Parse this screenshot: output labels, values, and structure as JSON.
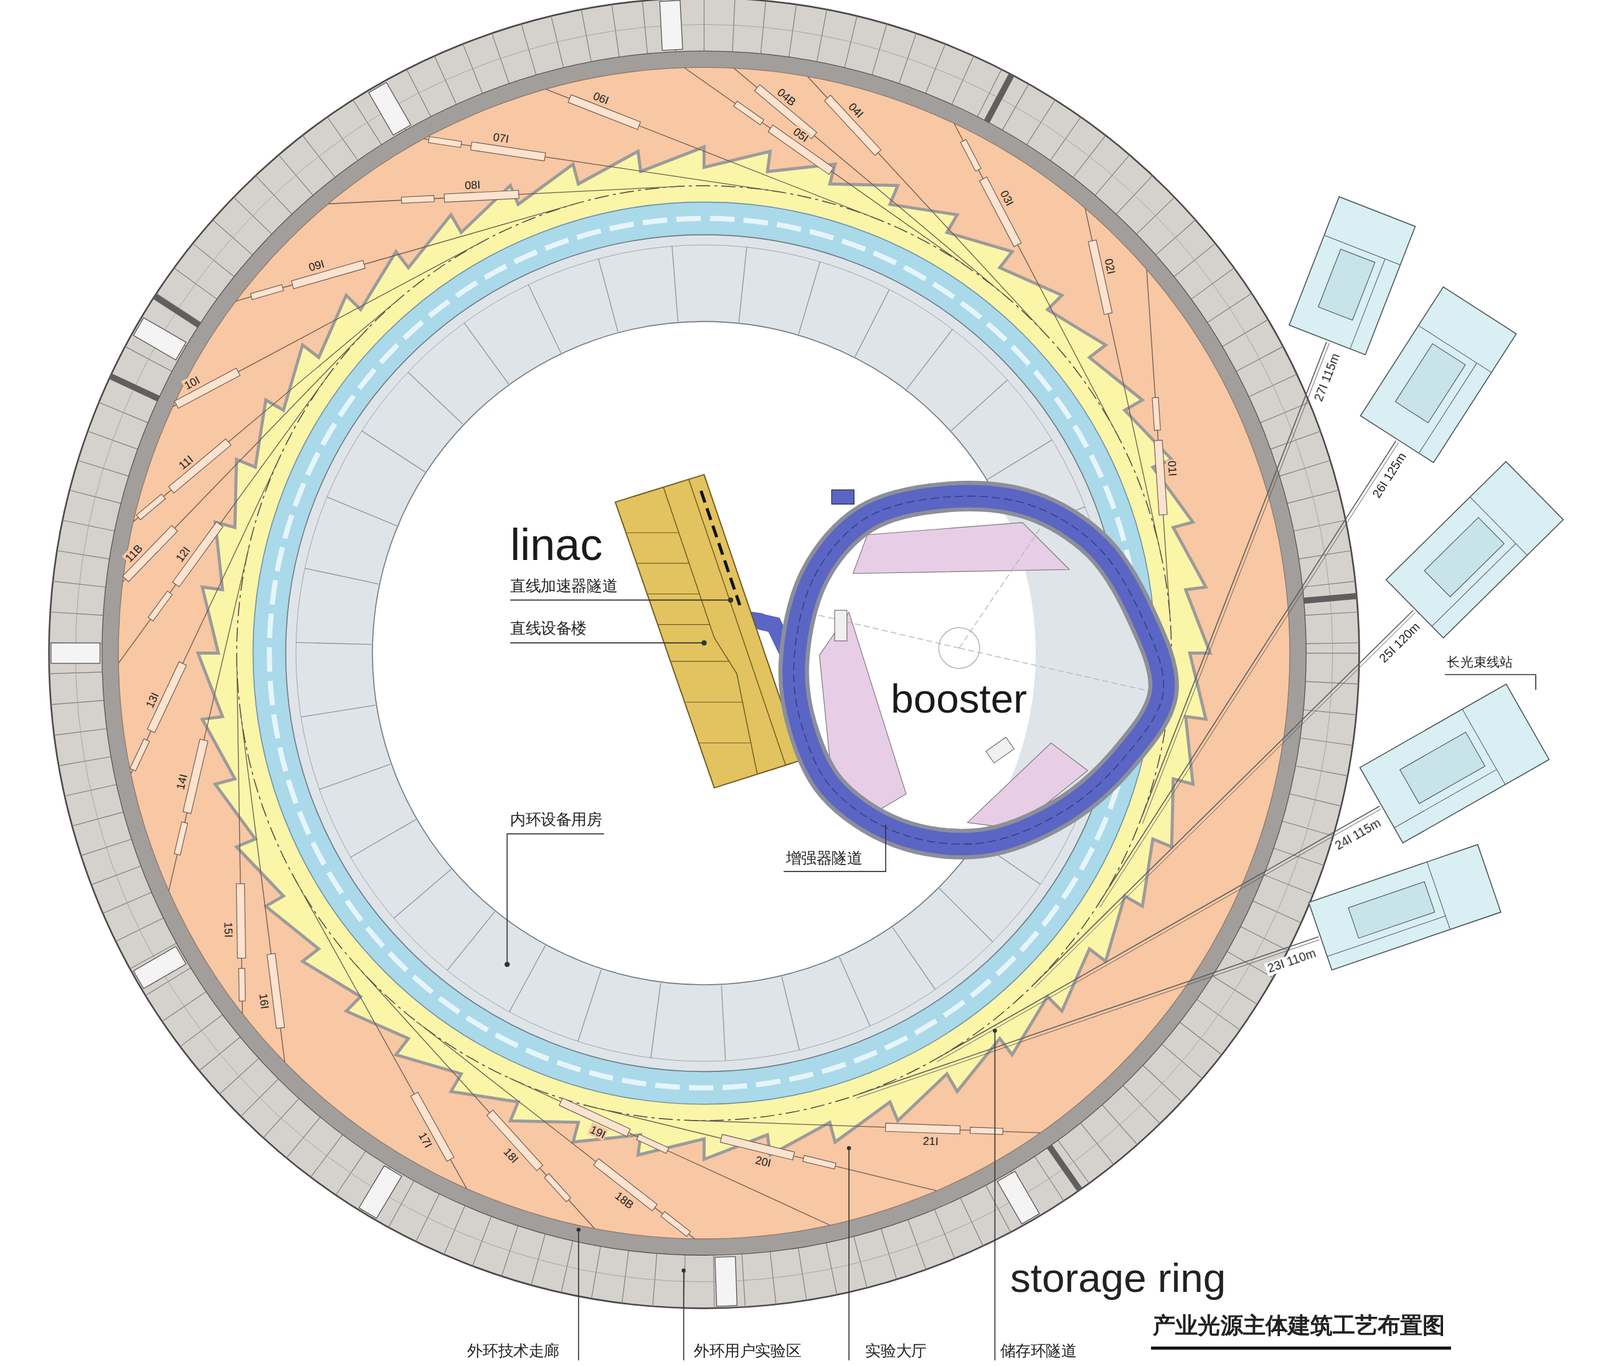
{
  "diagram": {
    "title": "产业光源主体建筑工艺布置图",
    "nodes": [
      {
        "text": [
          "linac"
        ]
      },
      {
        "text": [
          "booster"
        ]
      }
    ],
    "edges": [
      {
        "from": 0,
        "to": 1,
        "arrow": "none"
      }
    ],
    "labels": [
      "直线加速器隧道",
      "直线设备楼",
      "内环设备用房",
      "增强器隧道",
      "长光束线站",
      "storage ring",
      "外环技术走廊",
      "外环用户实验区",
      "实验大厅",
      "储存环隧道",
      "01I",
      "02I",
      "03I",
      "04B",
      "04I",
      "05I",
      "06I",
      "07I",
      "08I",
      "09I",
      "10I",
      "11I",
      "11B",
      "12I",
      "13I",
      "14I",
      "15I",
      "16I",
      "17I",
      "18I",
      "18B",
      "19I",
      "20I",
      "21I",
      "23I 110m",
      "24I 115m",
      "25I 120m",
      "26I 125m",
      "27I 115m"
    ]
  }
}
